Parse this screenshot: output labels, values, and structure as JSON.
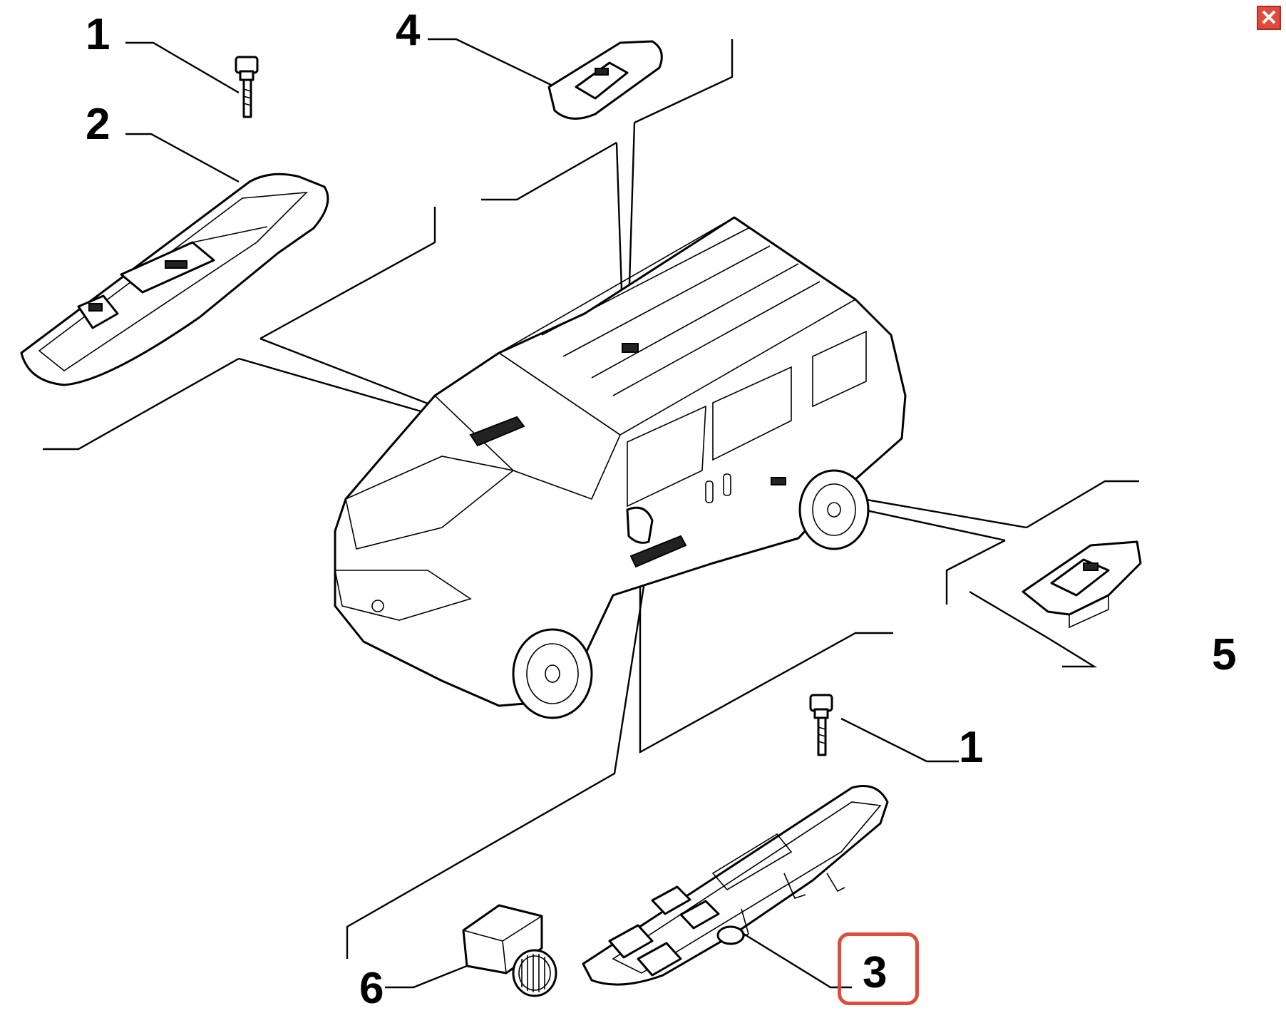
{
  "window": {
    "close_icon": "close-icon",
    "accent": "#e24a3b"
  },
  "callouts": [
    {
      "id": "c1a",
      "label": "1"
    },
    {
      "id": "c2",
      "label": "2"
    },
    {
      "id": "c4",
      "label": "4"
    },
    {
      "id": "c5",
      "label": "5"
    },
    {
      "id": "c1b",
      "label": "1"
    },
    {
      "id": "c6",
      "label": "6"
    },
    {
      "id": "c3",
      "label": "3"
    }
  ],
  "highlighted_callout": "3"
}
